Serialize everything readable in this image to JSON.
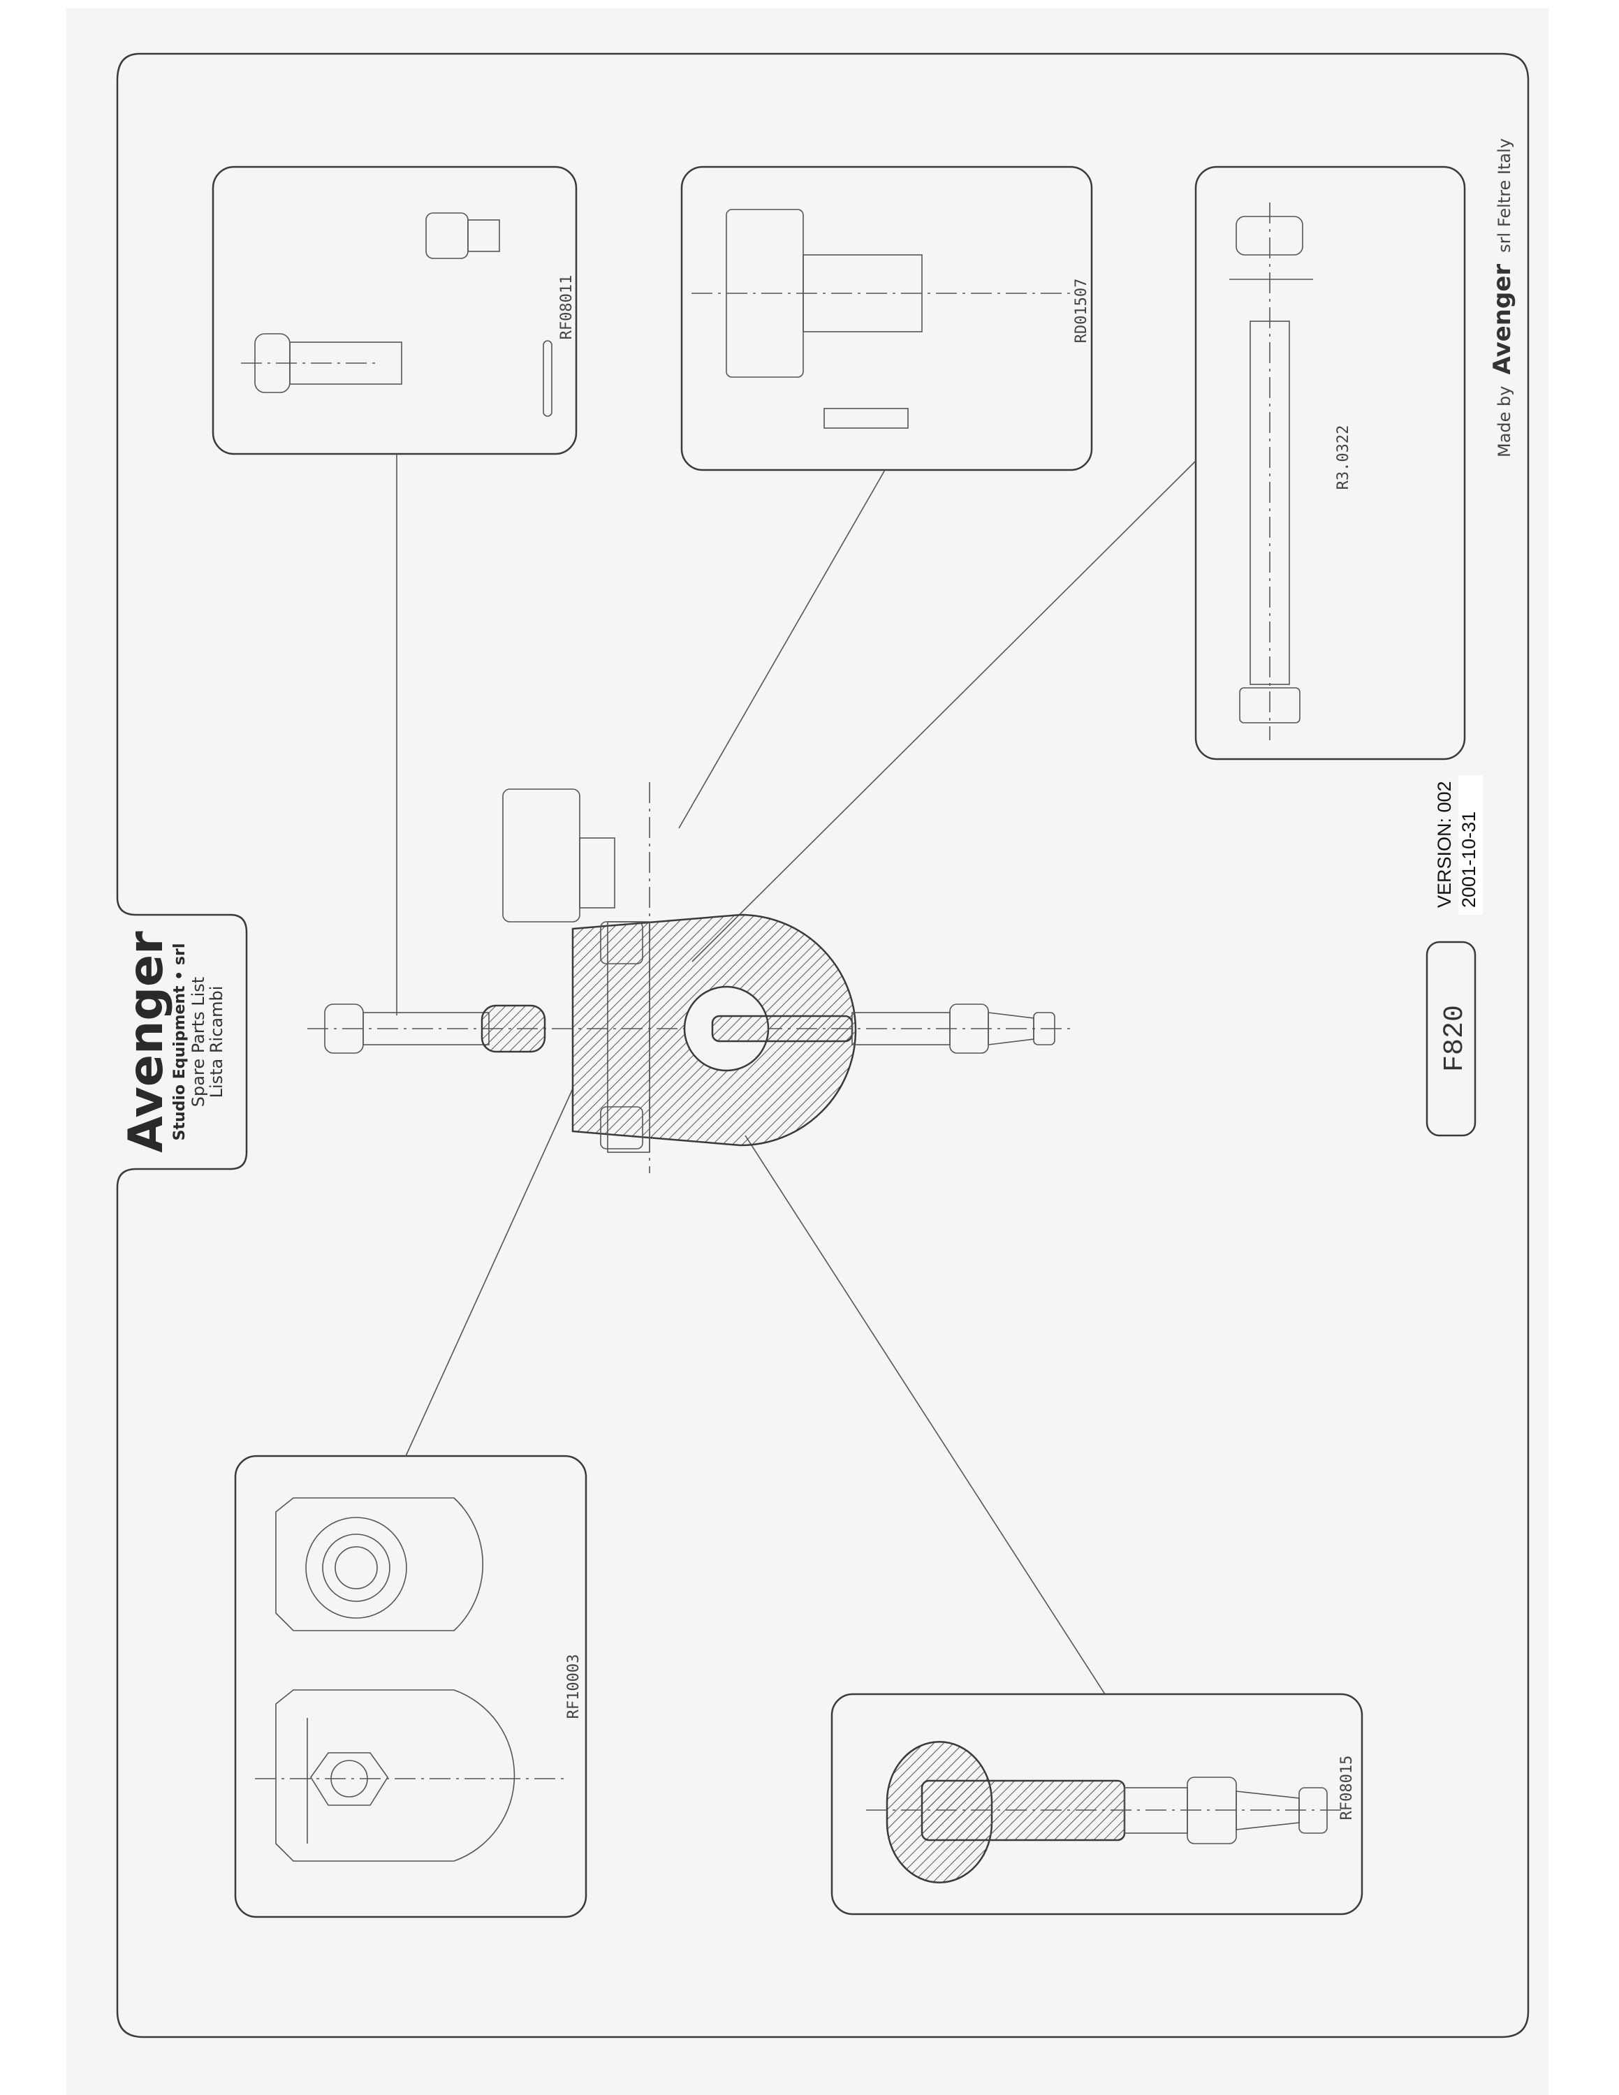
{
  "header": {
    "brand": "Avenger",
    "company": "Studio Equipment • srl",
    "title_en": "Spare Parts List",
    "title_it": "Lista Ricambi"
  },
  "product_code": "F820",
  "version": "VERSION: 002",
  "date": "2001-10-31",
  "footer": {
    "made_by": "Made by",
    "brand": "Avenger",
    "suffix": "srl  Feltre  Italy"
  },
  "parts": [
    {
      "code": "RF08011"
    },
    {
      "code": "RD01507"
    },
    {
      "code": "R3.0322"
    },
    {
      "code": "RF10003"
    },
    {
      "code": "RF08015"
    }
  ]
}
